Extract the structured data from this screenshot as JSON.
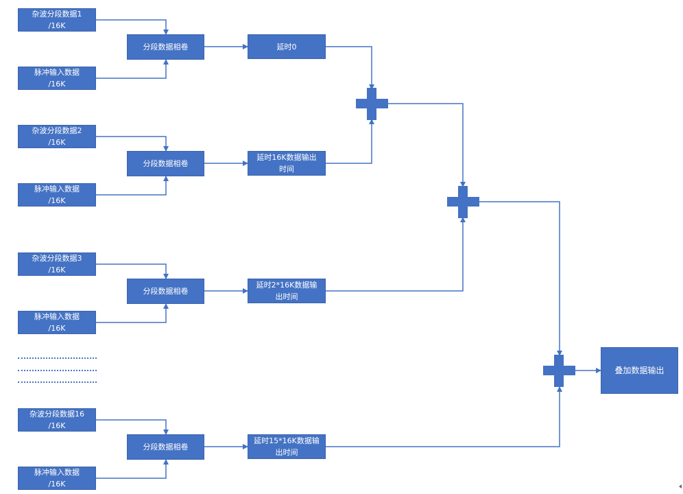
{
  "diagram": {
    "groups": [
      {
        "noise": "杂波分段数据1\n/16K",
        "pulse": "脉冲输入数据\n/16K",
        "conv": "分段数据相卷",
        "delay": "延时0"
      },
      {
        "noise": "杂波分段数据2\n/16K",
        "pulse": "脉冲输入数据\n/16K",
        "conv": "分段数据相卷",
        "delay": "延时16K数据输出\n时间"
      },
      {
        "noise": "杂波分段数据3\n/16K",
        "pulse": "脉冲输入数据\n/16K",
        "conv": "分段数据相卷",
        "delay": "延时2*16K数据输\n出时间"
      },
      {
        "noise": "杂波分段数据16\n/16K",
        "pulse": "脉冲输入数据\n/16K",
        "conv": "分段数据相卷",
        "delay": "延时15*16K数据输\n出时间"
      }
    ],
    "output": "叠加数据输出",
    "accent_color": "#4472c4"
  }
}
